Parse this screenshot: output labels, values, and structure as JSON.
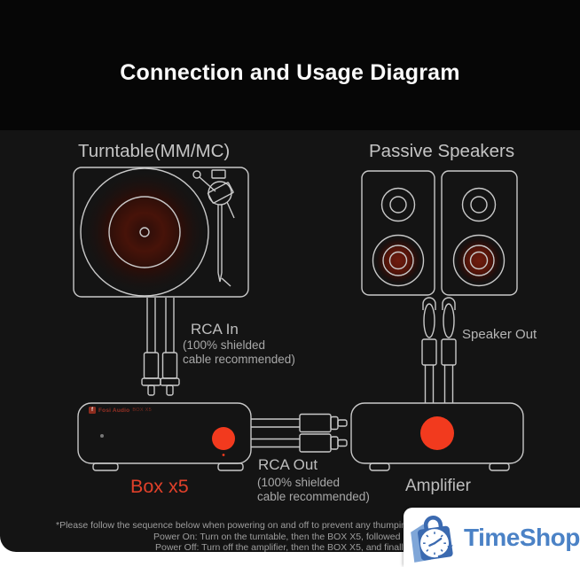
{
  "header": {
    "title": "Connection and Usage Diagram"
  },
  "diagram": {
    "turntable": {
      "label": "Turntable(MM/MC)"
    },
    "passive_speakers": {
      "label": "Passive Speakers"
    },
    "rca_in": {
      "label": "RCA In",
      "note1": "(100% shielded",
      "note2": "cable recommended)"
    },
    "rca_out": {
      "label": "RCA Out",
      "note1": "(100% shielded",
      "note2": "cable recommended)"
    },
    "speaker_out": {
      "label": "Speaker Out"
    },
    "box_x5": {
      "label": "Box x5",
      "brand": "Fosi Audio",
      "model": "BOX X5"
    },
    "amplifier": {
      "label": "Amplifier"
    }
  },
  "footnotes": {
    "line1": "*Please follow the sequence below when powering on and off to prevent any thumping sounds.",
    "line2": "Power On: Turn on the turntable, then the BOX X5, followed by the amplifier.",
    "line3": "Power Off: Turn off the amplifier, then the BOX X5, and finally the turntable."
  },
  "watermark": {
    "brand": "TimeShop"
  },
  "colors": {
    "accent_red": "#f23a1e",
    "box_label_red": "#e0402a",
    "timeshop_blue": "#4b82c6",
    "bag_blue": "#3b6ab0",
    "line_gray": "#c9c9c9",
    "header_bg": "#060606",
    "body_bg": "#141414"
  }
}
